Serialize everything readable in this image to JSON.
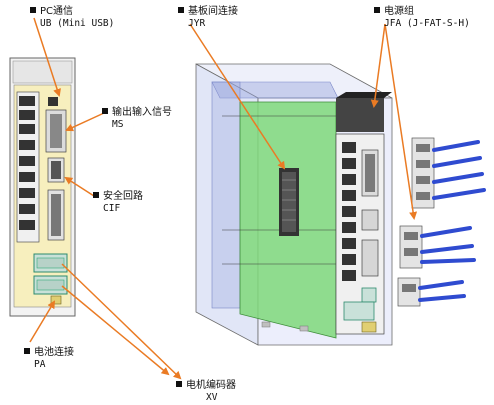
{
  "colors": {
    "arrow": "#ea7b24",
    "board": "#7fd87a",
    "enclosure": "#9aa6de",
    "cable": "#2f4bd0",
    "front_panel": "#f7efbe"
  },
  "labels": {
    "pc": {
      "name": "PC通信",
      "code": "UB (Mini USB)"
    },
    "jyr": {
      "name": "基板间连接",
      "code": "JYR"
    },
    "jfa": {
      "name": "电源组",
      "code": "JFA (J-FAT-S-H)"
    },
    "ms": {
      "name": "输出输入信号",
      "code": "MS"
    },
    "cif": {
      "name": "安全回路",
      "code": "CIF"
    },
    "pa": {
      "name": "电池连接",
      "code": "PA"
    },
    "xv": {
      "name": "电机编码器",
      "code": "XV"
    }
  }
}
